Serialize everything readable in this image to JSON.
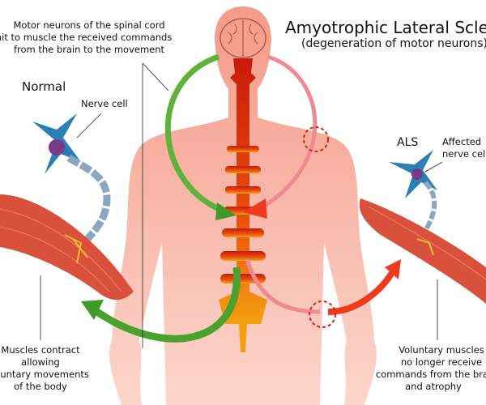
{
  "title": "Amyotrophic Lateral Scleros",
  "subtitle": "(degeneration of motor neurons)",
  "top_note": [
    "Motor neurons of the spinal cord",
    "nsmit to muscle the received commands",
    "from the brain to the movement"
  ],
  "normal": {
    "label": "Normal",
    "nerve_cell": "Nerve cell",
    "muscle_note": [
      "Muscles contract",
      "allowing",
      "oluntary movements",
      "of the body"
    ]
  },
  "als": {
    "label": "ALS",
    "nerve_cell": [
      "Affected",
      "nerve cell"
    ],
    "muscle_note": [
      "Voluntary muscles",
      "no longer receive",
      "commands from the brai",
      "and atrophy"
    ]
  },
  "colors": {
    "healthy_arrow": "#4caf3a",
    "affected_arrow": "#f03a1e",
    "body": "#f7b3a3",
    "spine": "#d9260f",
    "neuron": "#2a7fb5",
    "muscle": "#d9503c"
  }
}
